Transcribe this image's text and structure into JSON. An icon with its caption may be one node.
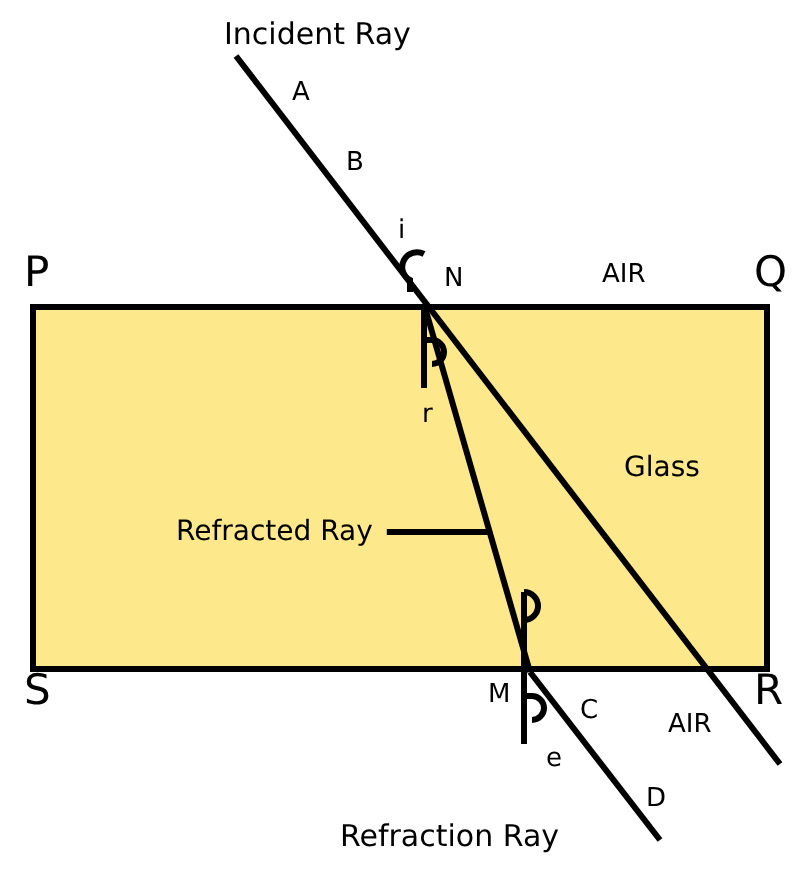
{
  "diagram": {
    "nodes": [
      {
        "text": [
          "Glass"
        ]
      },
      {
        "text": [
          "Refracted Ray"
        ],
        "in": 0
      },
      {
        "text": [],
        "shape": "line",
        "in": 0
      }
    ],
    "edges": [
      {
        "from": 1,
        "to": 2,
        "arrow": "none"
      }
    ],
    "labels": [
      "Incident Ray",
      "A",
      "B",
      "i",
      "N",
      "AIR",
      "P",
      "Q",
      "r",
      "S",
      "M",
      "C",
      "R",
      "AIR",
      "e",
      "D",
      "Refraction Ray"
    ]
  }
}
